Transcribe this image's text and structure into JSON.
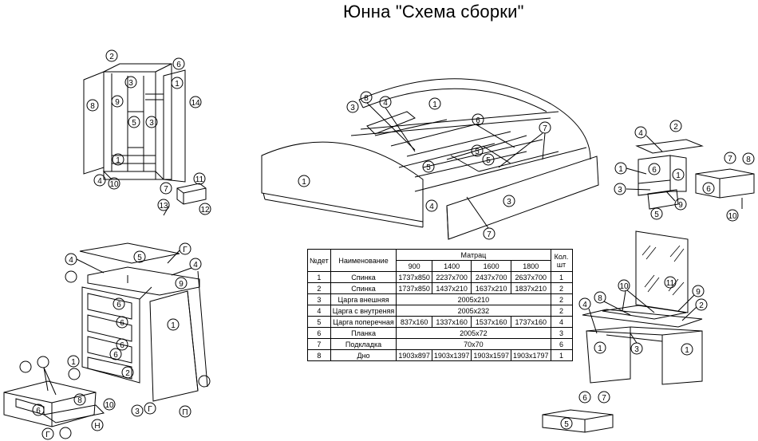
{
  "title": "Юнна  \"Схема сборки\"",
  "table": {
    "headers": {
      "num": "№дет",
      "name": "Наименование",
      "mattress": "Матрац",
      "sizes": [
        "900",
        "1400",
        "1600",
        "1800"
      ],
      "qty": "Кол. шт"
    },
    "rows": [
      {
        "num": "1",
        "name": "Спинка",
        "cells": [
          "1737х850",
          "2237х700",
          "2437х700",
          "2637х700"
        ],
        "qty": "1"
      },
      {
        "num": "2",
        "name": "Спинка",
        "cells": [
          "1737х850",
          "1437х210",
          "1637х210",
          "1837х210"
        ],
        "qty": "2"
      },
      {
        "num": "3",
        "name": "Царга внешняя",
        "merged": "2005х210",
        "qty": "2"
      },
      {
        "num": "4",
        "name": "Царга с внутреняя",
        "merged": "2005х232",
        "qty": "2"
      },
      {
        "num": "5",
        "name": "Царга поперечная",
        "cells": [
          "837х160",
          "1337х160",
          "1537х160",
          "1737х160"
        ],
        "qty": "4"
      },
      {
        "num": "6",
        "name": "Планка",
        "merged": "2005х72",
        "qty": "3"
      },
      {
        "num": "7",
        "name": "Подкладка",
        "merged": "70х70",
        "qty": "6"
      },
      {
        "num": "8",
        "name": "Дно",
        "cells": [
          "1903х897",
          "1903х1397",
          "1903х1597",
          "1903х1797"
        ],
        "qty": "1"
      }
    ]
  },
  "callouts": {
    "wardrobe": [
      "2",
      "6",
      "1",
      "8",
      "9",
      "3",
      "3",
      "5",
      "14",
      "1",
      "4",
      "10",
      "7",
      "11",
      "13",
      "12"
    ],
    "bed": [
      "3",
      "8",
      "4",
      "1",
      "6",
      "7",
      "5",
      "5",
      "5",
      "1",
      "4",
      "3",
      "7"
    ],
    "nightstand": [
      "2",
      "4",
      "6",
      "1",
      "1",
      "3",
      "9",
      "5",
      "7",
      "8",
      "6",
      "10"
    ],
    "chest": [
      "5",
      "Г",
      "4",
      "4",
      "9",
      "6",
      "6",
      "6",
      "6",
      "1",
      "1",
      "2",
      "3",
      "Г",
      "П",
      "8",
      "6",
      "10",
      "Н",
      "Г"
    ],
    "vanity": [
      "11",
      "10",
      "9",
      "8",
      "4",
      "2",
      "1",
      "3",
      "1",
      "6",
      "7",
      "5"
    ]
  }
}
